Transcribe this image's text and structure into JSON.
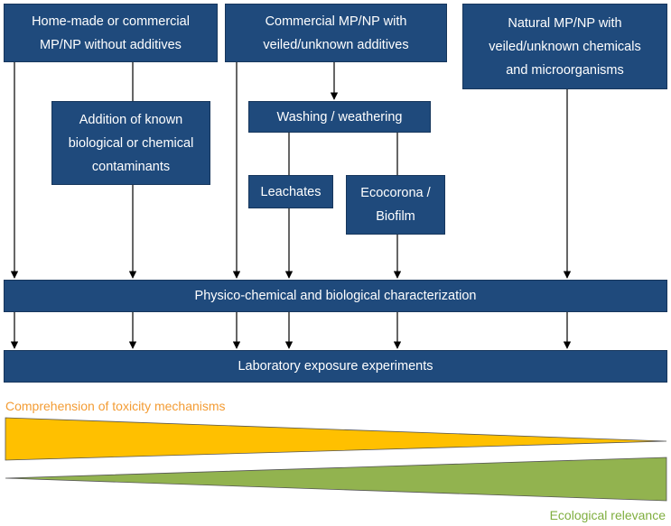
{
  "boxes": {
    "home_made": [
      "Home-made or commercial",
      "MP/NP without additives"
    ],
    "commercial": [
      "Commercial MP/NP with",
      "veiled/unknown additives"
    ],
    "natural": [
      "Natural MP/NP with",
      "veiled/unknown chemicals",
      "and microorganisms"
    ],
    "addition": [
      "Addition of known",
      "biological or chemical",
      "contaminants"
    ],
    "washing": [
      "Washing / weathering"
    ],
    "leachates": [
      "Leachates"
    ],
    "ecocorona": [
      "Ecocorona /",
      "Biofilm"
    ],
    "characterization": [
      "Physico-chemical and biological characterization"
    ],
    "laboratory": [
      "Laboratory exposure experiments"
    ]
  },
  "captions": {
    "toxicity": "Comprehension of toxicity mechanisms",
    "ecological": "Ecological relevance"
  },
  "colors": {
    "box_fill": "#1f4a7c",
    "toxicity_wedge": "#ffc000",
    "ecological_wedge": "#92b34f"
  }
}
